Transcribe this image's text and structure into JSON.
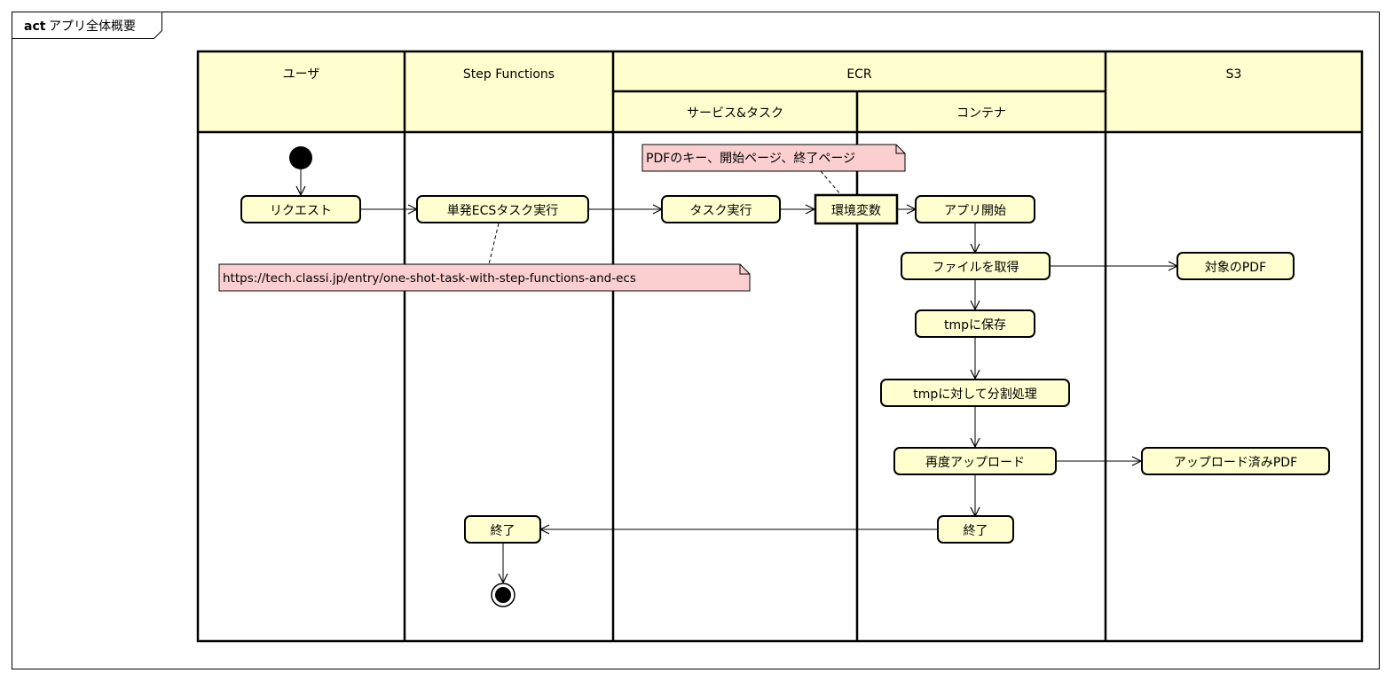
{
  "frame": {
    "keyword": "act",
    "title": "アプリ全体概要"
  },
  "lanes": {
    "user": "ユーザ",
    "step_functions": "Step Functions",
    "ecr": "ECR",
    "ecr_service": "サービス&タスク",
    "ecr_container": "コンテナ",
    "s3": "S3"
  },
  "actions": {
    "request": "リクエスト",
    "run_ecs_task": "単発ECSタスク実行",
    "run_task": "タスク実行",
    "env_vars": "環境変数",
    "app_start": "アプリ開始",
    "get_file": "ファイルを取得",
    "target_pdf": "対象のPDF",
    "save_tmp": "tmpに保存",
    "split_tmp": "tmpに対して分割処理",
    "reupload": "再度アップロード",
    "uploaded_pdf": "アップロード済みPDF",
    "end_container": "終了",
    "end_sf": "終了"
  },
  "notes": {
    "env_note": "PDFのキー、開始ページ、終了ページ",
    "url_note": "https://tech.classi.jp/entry/one-shot-task-with-step-functions-and-ecs"
  },
  "colors": {
    "lane_header": "#fefece",
    "action_fill": "#fefece",
    "note_fill": "#fbcfcf",
    "border": "#000000"
  }
}
